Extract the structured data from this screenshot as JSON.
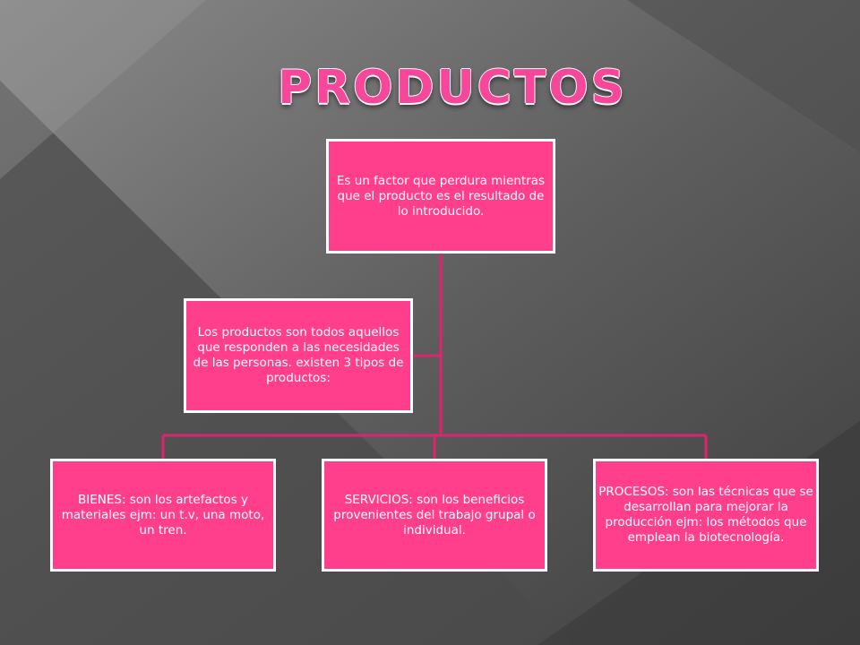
{
  "slide": {
    "title": "PRODUCTOS",
    "colors": {
      "background": "#5a5a5a",
      "box_fill": "#ff3f8b",
      "box_border": "#ffffff",
      "connector": "#e0236f",
      "title": "#f6479b"
    }
  },
  "diagram": {
    "top": "Es un factor que perdura mientras que el producto es el resultado de lo introducido.",
    "assistant": "Los productos son todos aquellos que responden a las necesidades de las personas. existen 3 tipos de productos:",
    "children": [
      "BIENES: son los artefactos y materiales ejm: un t.v, una moto, un tren.",
      "SERVICIOS: son los beneficios provenientes del trabajo grupal o individual.",
      "PROCESOS: son las técnicas que se desarrollan para mejorar la producción ejm: los métodos que emplean la biotecnología."
    ]
  }
}
